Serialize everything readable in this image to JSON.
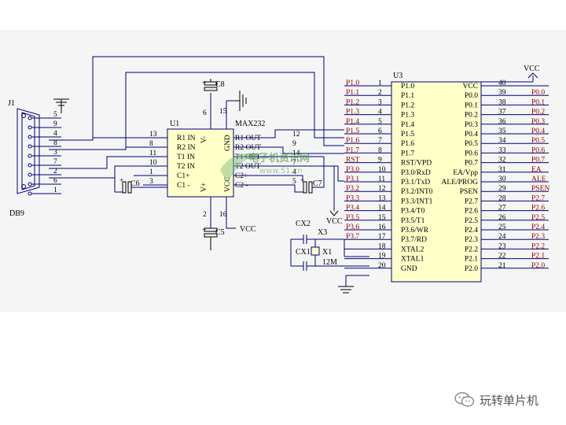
{
  "connector": {
    "ref": "J1",
    "name": "DB9",
    "pins": [
      "5",
      "9",
      "4",
      "8",
      "3",
      "7",
      "2",
      "6",
      "1"
    ]
  },
  "max232": {
    "ref": "U1",
    "part": "MAX232",
    "left_labels": [
      "R1 IN",
      "R2 IN",
      "T1 IN",
      "T2 IN",
      "C1+",
      "C1 -"
    ],
    "left_pins": [
      "13",
      "8",
      "11",
      "10",
      "1",
      "3"
    ],
    "right_labels": [
      "R1 OUT",
      "R2 OUT",
      "T1 OUT",
      "T2 OUT",
      "C2+",
      "C2 -"
    ],
    "right_pins": [
      "12",
      "9",
      "14",
      "7",
      "4",
      "5"
    ],
    "vminus": "V-",
    "vplus": "V+",
    "gnd": "GND",
    "vcc_in": "VCC",
    "top_pins": [
      "6",
      "15"
    ],
    "bottom_pins": [
      "2",
      "16"
    ]
  },
  "caps": {
    "c8": "C8",
    "c5": "C5",
    "c6": "C6",
    "c7": "C7",
    "cx1": "CX1",
    "cx2": "CX2",
    "x3": "X3",
    "x1": "X1",
    "xtal": "12M"
  },
  "vcc": "VCC",
  "mcu": {
    "ref": "U3",
    "left_pins": [
      "1",
      "2",
      "3",
      "4",
      "5",
      "6",
      "7",
      "8",
      "9",
      "10",
      "11",
      "12",
      "13",
      "14",
      "15",
      "16",
      "17",
      "18",
      "19",
      "20"
    ],
    "left_inner": [
      "P1.0",
      "P1.1",
      "P1.2",
      "P1.3",
      "P1.4",
      "P1.5",
      "P1.6",
      "P1.7",
      "RST/VPD",
      "P3.0/RxD",
      "P3.1/TxD",
      "P3.2/INT0",
      "P3.3/INT1",
      "P3.4/T0",
      "P3.5/T1",
      "P3.6/WR",
      "P3.7/RD",
      "XTAL2",
      "XTAL1",
      "GND"
    ],
    "left_nets": [
      "P1.0",
      "P1.1",
      "P1.2",
      "P1.3",
      "P1.4",
      "P1.5",
      "P1.6",
      "P1.7",
      "RST",
      "P3.0",
      "P3.1",
      "P3.2",
      "P3.3",
      "P3.4",
      "P3.5",
      "P3.6",
      "P3.7"
    ],
    "right_pins": [
      "40",
      "39",
      "38",
      "37",
      "36",
      "35",
      "34",
      "33",
      "32",
      "31",
      "30",
      "29",
      "28",
      "27",
      "26",
      "25",
      "24",
      "23",
      "22",
      "21"
    ],
    "right_inner": [
      "VCC",
      "P0.0",
      "P0.1",
      "P0.2",
      "P0.3",
      "P0.4",
      "P0.5",
      "P0.6",
      "P0.7",
      "EA/Vpp",
      "ALE/PROG",
      "PSEN",
      "P2.7",
      "P2.6",
      "P2.5",
      "P2.4",
      "P2.3",
      "P2.2",
      "P2.1",
      "P2.0"
    ],
    "right_nets": [
      "",
      "P0.0",
      "P0.1",
      "P0.2",
      "P0.3",
      "P0.4",
      "P0.5",
      "P0.6",
      "P0.7",
      "EA",
      "ALE",
      "PSEN",
      "P2.7",
      "P2.6",
      "P2.5",
      "P2.4",
      "P2.3",
      "P2.2",
      "P2.1",
      "P2.0"
    ]
  },
  "watermark": {
    "line1": "电子机资讯网",
    "line2": "www.51.cn"
  },
  "footer": {
    "text": "玩转单片机",
    "icon": "wechat-icon"
  },
  "colors": {
    "line": "#000080",
    "ic_fill": "#ffffc8",
    "net_red": "#990000",
    "cap_red": "#cc0000",
    "bg": "#f5f5f5"
  }
}
